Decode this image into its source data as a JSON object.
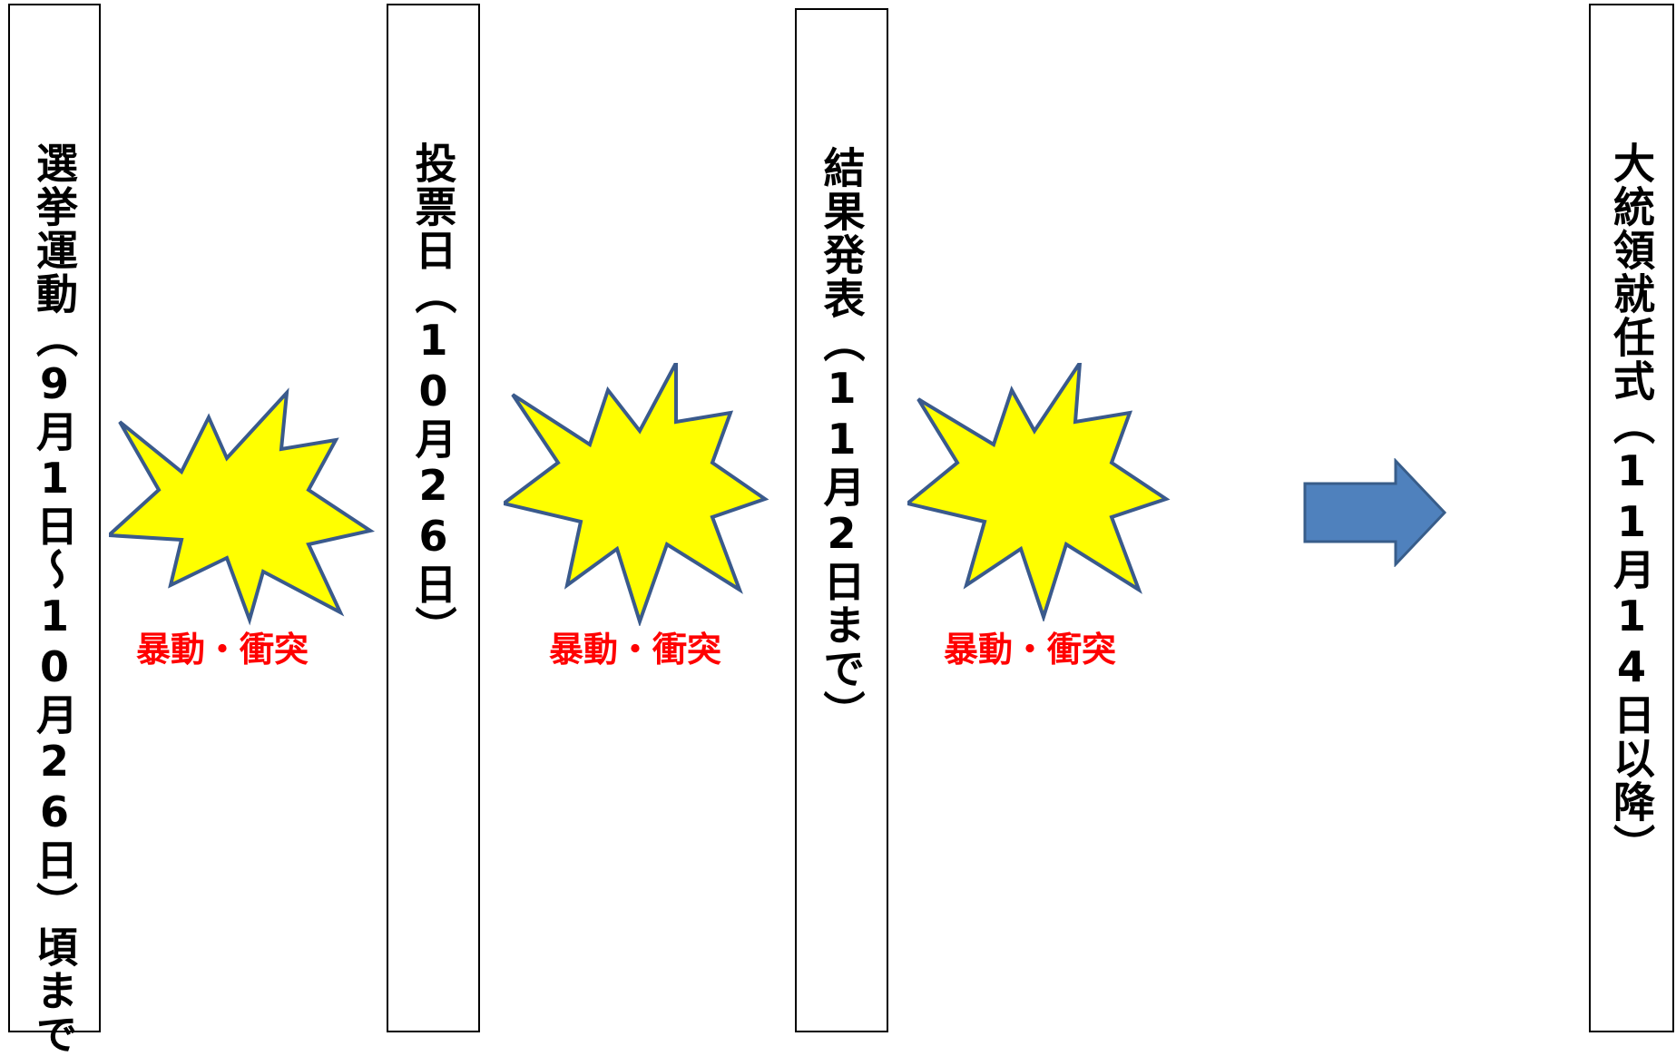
{
  "phases": [
    {
      "label": "選挙運動（9月1日～10月26日）頃まで"
    },
    {
      "label": "投票日（10月26日）"
    },
    {
      "label": "結果発表（11月2日まで）"
    },
    {
      "label": "大統領就任式（11月14日以降）"
    }
  ],
  "events": [
    {
      "label": "暴動・衝突"
    },
    {
      "label": "暴動・衝突"
    },
    {
      "label": "暴動・衝突"
    }
  ],
  "colors": {
    "burst_fill": "#ffff00",
    "burst_stroke": "#3a5a8c",
    "label_red": "#ff0000",
    "arrow_fill": "#4f81bd",
    "arrow_stroke": "#385d8a"
  },
  "icons": {
    "burst": "explosion-icon",
    "arrow": "right-arrow-icon"
  }
}
